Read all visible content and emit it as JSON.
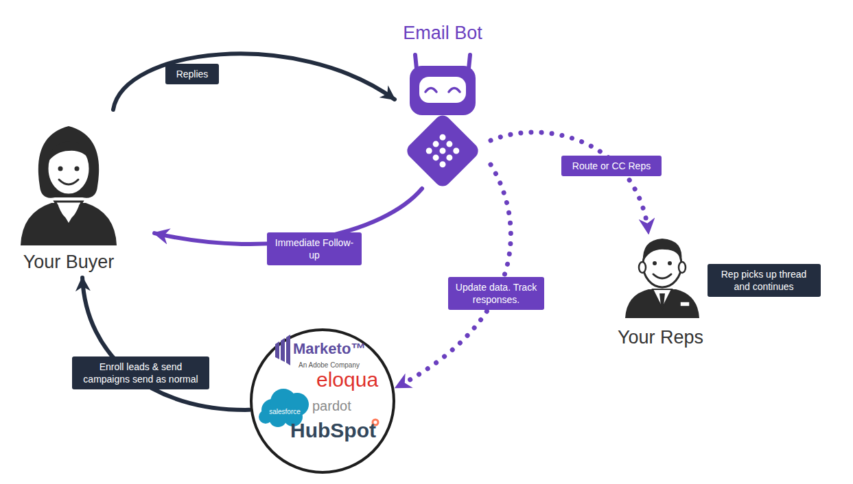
{
  "diagram": {
    "nodes": [
      {
        "text": [
          "Email Bot"
        ]
      },
      {
        "text": [
          "Your Buyer"
        ]
      },
      {
        "text": [
          "Your Reps"
        ]
      },
      {
        "text": [
          "Rep picks up thread and continues"
        ]
      },
      {
        "text": [
          "Marketo™",
          "An Adobe Company",
          "eloqua",
          "salesforce",
          "pardot",
          "HubSpot"
        ]
      }
    ],
    "edges": [
      {
        "from": 1,
        "to": 0,
        "arrow": "to",
        "label": "Replies"
      },
      {
        "from": 0,
        "to": 1,
        "arrow": "to",
        "label": "Immediate Follow-up"
      },
      {
        "from": 0,
        "to": 2,
        "arrow": "to",
        "label": "Route or CC Reps"
      },
      {
        "from": 0,
        "to": 4,
        "arrow": "to",
        "label": "Update data. Track responses."
      },
      {
        "from": 4,
        "to": 1,
        "arrow": "to",
        "label": "Enroll leads & send campaigns send as normal"
      }
    ]
  }
}
